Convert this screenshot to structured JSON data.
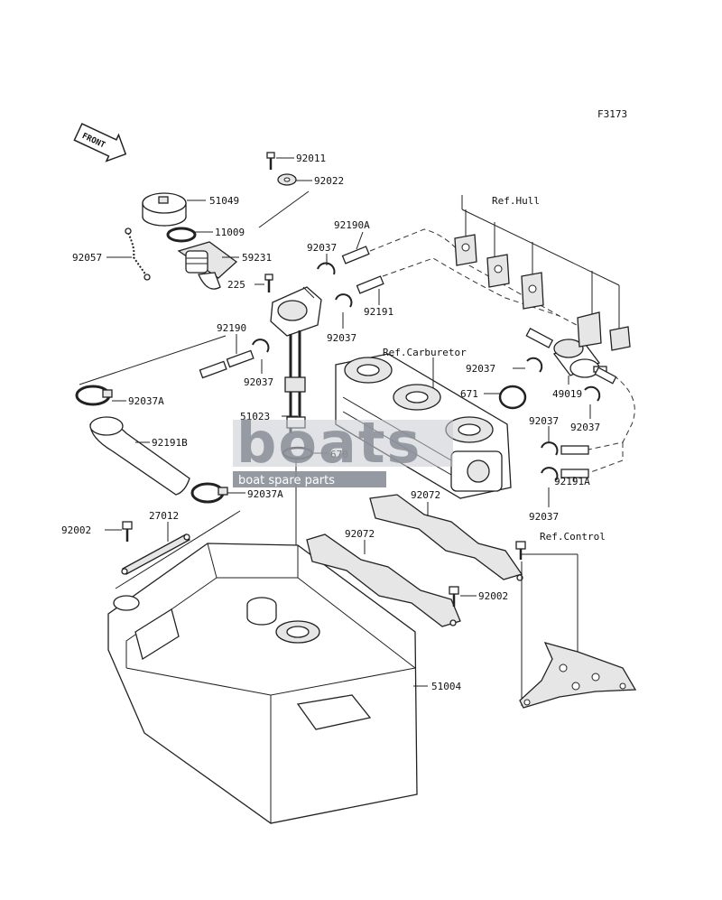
{
  "figure_code": "F3173",
  "front_arrow_text": "FRONT",
  "watermark": {
    "logo_text": "boats",
    "tagline": "boat spare parts"
  },
  "references": {
    "hull": "Ref.Hull",
    "carburetor": "Ref.Carburetor",
    "control": "Ref.Control"
  },
  "parts": {
    "p92011": "92011",
    "p92022": "92022",
    "p51049": "51049",
    "p11009": "11009",
    "p59231": "59231",
    "p92057": "92057",
    "p225": "225",
    "p92190A": "92190A",
    "p92037_a": "92037",
    "p92191": "92191",
    "p92037_b": "92037",
    "p92190": "92190",
    "p92037_c": "92037",
    "p92037A_a": "92037A",
    "p51023": "51023",
    "p670": "670",
    "p92191B": "92191B",
    "p92037A_b": "92037A",
    "p92002_a": "92002",
    "p27012": "27012",
    "p92037_d": "92037",
    "p671": "671",
    "p49019": "49019",
    "p92037_e": "92037",
    "p92037_f": "92037",
    "p92191A": "92191A",
    "p92037_g": "92037",
    "p92072_a": "92072",
    "p92072_b": "92072",
    "p92002_b": "92002",
    "p51004": "51004"
  }
}
